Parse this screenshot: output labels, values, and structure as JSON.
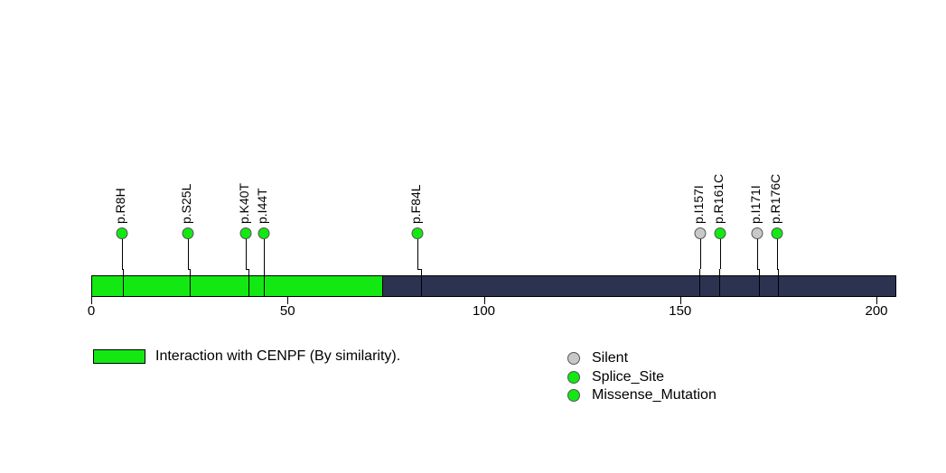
{
  "chart_data": {
    "type": "lollipop",
    "title": "",
    "xlabel": "",
    "ylabel": "",
    "xlim": [
      0,
      205
    ],
    "axis": {
      "ticks": [
        0,
        50,
        100,
        150,
        200
      ],
      "tick_labels": [
        "0",
        "50",
        "100",
        "150",
        "200"
      ],
      "grid": false
    },
    "protein": {
      "length": 205,
      "backbone_color": "#2c3350"
    },
    "domains": [
      {
        "label": "Interaction with CENPF (By similarity).",
        "start": 0,
        "end": 74,
        "color": "#13e813"
      }
    ],
    "mutations": [
      {
        "label": "p.R8H",
        "position": 8,
        "type": "Missense_Mutation",
        "color": "#13e813"
      },
      {
        "label": "p.S25L",
        "position": 25,
        "type": "Missense_Mutation",
        "color": "#13e813"
      },
      {
        "label": "p.K40T",
        "position": 40,
        "type": "Missense_Mutation",
        "color": "#13e813"
      },
      {
        "label": "p.I44T",
        "position": 44,
        "type": "Missense_Mutation",
        "color": "#13e813"
      },
      {
        "label": "p.F84L",
        "position": 84,
        "type": "Missense_Mutation",
        "color": "#13e813"
      },
      {
        "label": "p.I157I",
        "position": 155,
        "type": "Silent",
        "color": "#c8c8c8"
      },
      {
        "label": "p.R161C",
        "position": 160,
        "type": "Missense_Mutation",
        "color": "#13e813"
      },
      {
        "label": "p.I171I",
        "position": 170,
        "type": "Silent",
        "color": "#c8c8c8"
      },
      {
        "label": "p.R176C",
        "position": 175,
        "type": "Missense_Mutation",
        "color": "#13e813"
      }
    ],
    "legend": {
      "position": "bottom",
      "domain_entries": [
        {
          "label": "Interaction with CENPF (By similarity).",
          "color": "#13e813"
        }
      ],
      "mutation_entries": [
        {
          "label": "Silent",
          "color": "#c8c8c8"
        },
        {
          "label": "Splice_Site",
          "color": "#13e813"
        },
        {
          "label": "Missense_Mutation",
          "color": "#13e813"
        }
      ]
    }
  },
  "colors": {
    "backbone": "#2c3350",
    "domain_green": "#13e813",
    "silent_gray": "#c8c8c8",
    "stroke": "#000000",
    "background": "#ffffff"
  }
}
